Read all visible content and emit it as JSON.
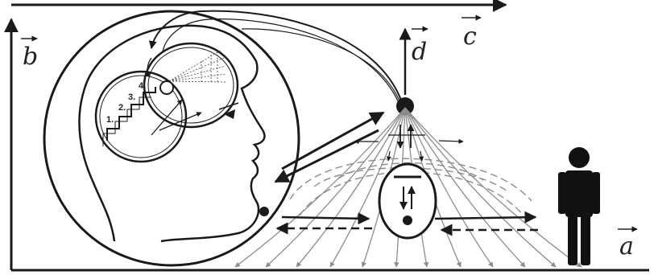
{
  "vector_labels": {
    "a": "a",
    "b": "b",
    "c": "c",
    "d": "d"
  },
  "steps": [
    "1.",
    "2.",
    "3.",
    "4."
  ],
  "colors": {
    "ink": "#1a1a1a",
    "gray": "#8c8c8c",
    "background": "#ffffff"
  }
}
